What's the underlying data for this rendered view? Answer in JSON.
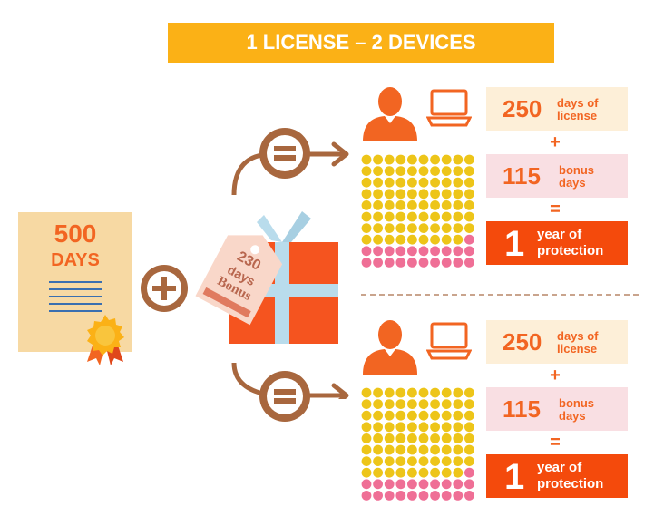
{
  "title": "1 LICENSE – 2 DEVICES",
  "certificate": {
    "number": "500",
    "unit": "DAYS"
  },
  "tag": {
    "number": "230",
    "unit": "days",
    "word": "Bonus"
  },
  "rows": [
    {
      "license_days": "250",
      "license_label_1": "days of",
      "license_label_2": "license",
      "plus": "+",
      "bonus_days": "115",
      "bonus_label_1": "bonus",
      "bonus_label_2": "days",
      "equals": "=",
      "result_number": "1",
      "result_label_1": "year of",
      "result_label_2": "protection"
    },
    {
      "license_days": "250",
      "license_label_1": "days of",
      "license_label_2": "license",
      "plus": "+",
      "bonus_days": "115",
      "bonus_label_1": "bonus",
      "bonus_label_2": "days",
      "equals": "=",
      "result_number": "1",
      "result_label_1": "year of",
      "result_label_2": "protection"
    }
  ],
  "dot_grid": {
    "columns": 10,
    "rows": 10,
    "yellow_dots": 79,
    "pink_dots": 21
  },
  "colors": {
    "title_bg": "#fbb116",
    "accent_orange": "#f26522",
    "brown": "#a8673e",
    "yellow_dot": "#edc519",
    "pink_dot": "#ef6f96",
    "gift": "#f5541f",
    "ribbon": "#b9dcec"
  },
  "icons": [
    "person-icon",
    "laptop-icon",
    "plus-icon",
    "equals-icon",
    "arrow-icon",
    "seal-icon",
    "gift-icon",
    "tag-icon"
  ]
}
